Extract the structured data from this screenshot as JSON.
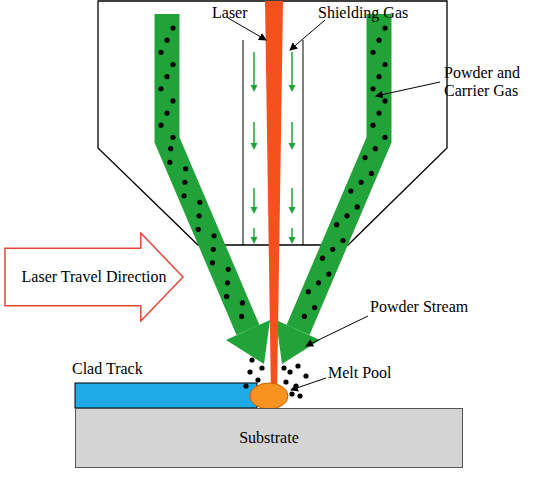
{
  "diagram": {
    "nodes": [
      {
        "text": [
          "Laser Travel Direction"
        ]
      },
      {
        "text": [
          "Substrate"
        ]
      }
    ],
    "labels": [
      "Laser",
      "Shielding Gas",
      "Powder and Carrier Gas",
      "Powder Stream",
      "Clad Track",
      "Melt Pool"
    ]
  }
}
